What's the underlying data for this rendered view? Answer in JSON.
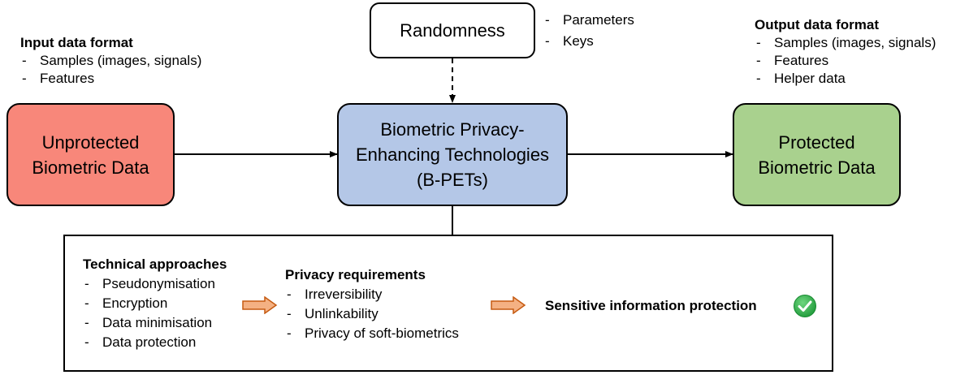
{
  "randomness": {
    "title": "Randomness",
    "items": [
      "Parameters",
      "Keys"
    ]
  },
  "input": {
    "heading": "Input data format",
    "items": [
      "Samples (images, signals)",
      "Features"
    ],
    "box_label_1": "Unprotected",
    "box_label_2": "Biometric Data",
    "color": "#f8877a"
  },
  "bpets": {
    "line1": "Biometric Privacy-",
    "line2": "Enhancing Technologies",
    "line3": "(B-PETs)",
    "color": "#b4c7e7"
  },
  "output": {
    "heading": "Output data format",
    "items": [
      "Samples (images, signals)",
      "Features",
      "Helper data"
    ],
    "box_label_1": "Protected",
    "box_label_2": "Biometric Data",
    "color": "#a9d18e"
  },
  "bottom": {
    "technical": {
      "heading": "Technical approaches",
      "items": [
        "Pseudonymisation",
        "Encryption",
        "Data minimisation",
        "Data protection"
      ]
    },
    "privacy": {
      "heading": "Privacy requirements",
      "items": [
        "Irreversibility",
        "Unlinkability",
        "Privacy of soft-biometrics"
      ]
    },
    "outcome": "Sensitive information protection",
    "arrow_color": "#f4b183",
    "check_color": "#2fb34a",
    "check_icon": "checkmark-circle-icon"
  }
}
